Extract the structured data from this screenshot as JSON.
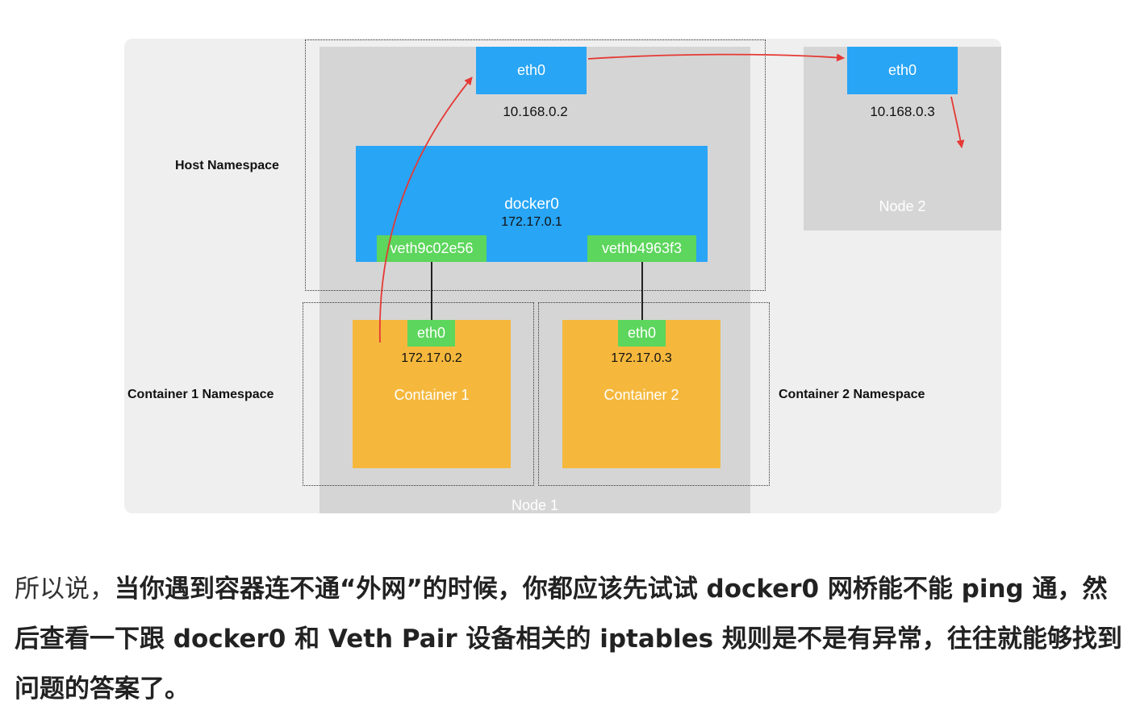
{
  "diagram": {
    "host_namespace_label": "Host Namespace",
    "container1_namespace_label": "Container 1 Namespace",
    "container2_namespace_label": "Container 2 Namespace",
    "node1": {
      "label": "Node 1",
      "eth0_label": "eth0",
      "eth0_ip": "10.168.0.2",
      "docker0_label": "docker0",
      "docker0_ip": "172.17.0.1",
      "veth1_label": "veth9c02e56",
      "veth2_label": "vethb4963f3",
      "container1": {
        "label": "Container 1",
        "eth0_label": "eth0",
        "ip": "172.17.0.2"
      },
      "container2": {
        "label": "Container  2",
        "eth0_label": "eth0",
        "ip": "172.17.0.3"
      }
    },
    "node2": {
      "label": "Node 2",
      "eth0_label": "eth0",
      "eth0_ip": "10.168.0.3"
    },
    "colors": {
      "blue": "#28a5f5",
      "green": "#5cd65c",
      "orange": "#f5b83d",
      "arrow": "#e53935"
    }
  },
  "paragraph": {
    "part1": "所以说，",
    "part2": "当你遇到容器连不通“外网”的时候，你都应该先试试 docker0 网桥能不能 ping 通，然后查看一下跟 docker0 和 Veth Pair 设备相关的 iptables 规则是不是有异常，往往就能够找到问题的答案了。"
  }
}
